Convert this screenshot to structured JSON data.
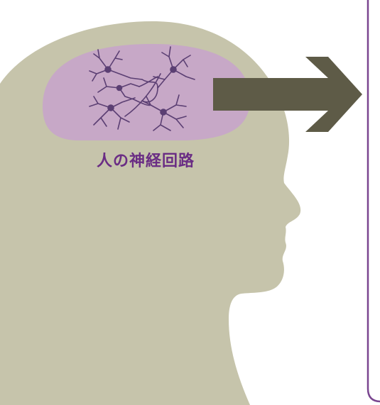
{
  "diagram": {
    "brain_label": "人の神経回路"
  },
  "colors": {
    "head": "#c6c4ab",
    "brain_region": "#c7a8c7",
    "neuron": "#5b3f73",
    "label": "#6a2d84",
    "arrow": "#5e5b47",
    "panel_border": "#7a4690",
    "background": "#ffffff"
  },
  "icons": {
    "head": "human-head-silhouette",
    "brain": "neural-network",
    "arrow": "right-arrow"
  }
}
